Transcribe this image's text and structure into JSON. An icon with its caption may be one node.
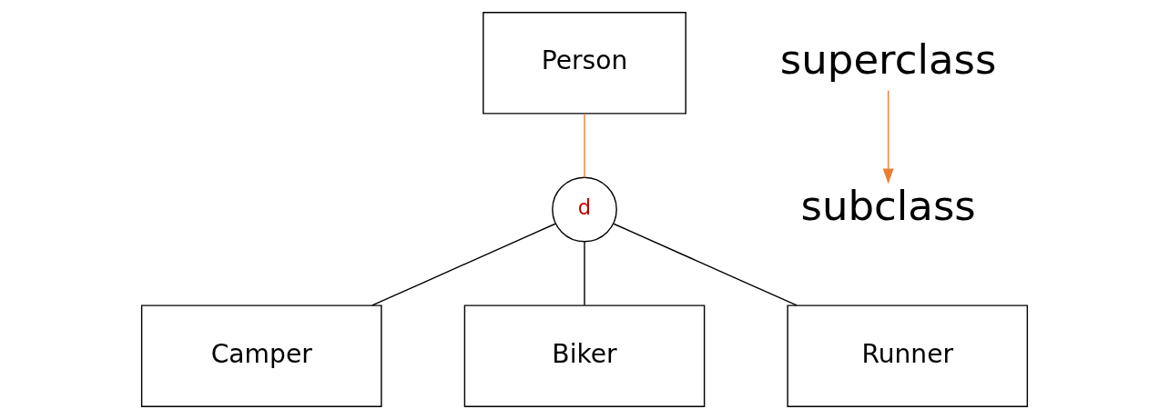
{
  "diagram": {
    "nodes": [
      {
        "text": [
          "Person"
        ]
      },
      {
        "text": [
          "d"
        ]
      },
      {
        "text": [
          "Camper"
        ]
      },
      {
        "text": [
          "Biker"
        ]
      },
      {
        "text": [
          "Runner"
        ]
      },
      {
        "text": [
          "superclass"
        ]
      },
      {
        "text": [
          "subclass"
        ]
      }
    ],
    "edges": [
      {
        "from": 0,
        "to": 1,
        "arrow": "none",
        "color": "#ed7d31"
      },
      {
        "from": 1,
        "to": 2,
        "arrow": "none"
      },
      {
        "from": 1,
        "to": 3,
        "arrow": "none"
      },
      {
        "from": 1,
        "to": 4,
        "arrow": "none"
      },
      {
        "from": 5,
        "to": 6,
        "arrow": "to",
        "color": "#ed7d31"
      }
    ]
  }
}
